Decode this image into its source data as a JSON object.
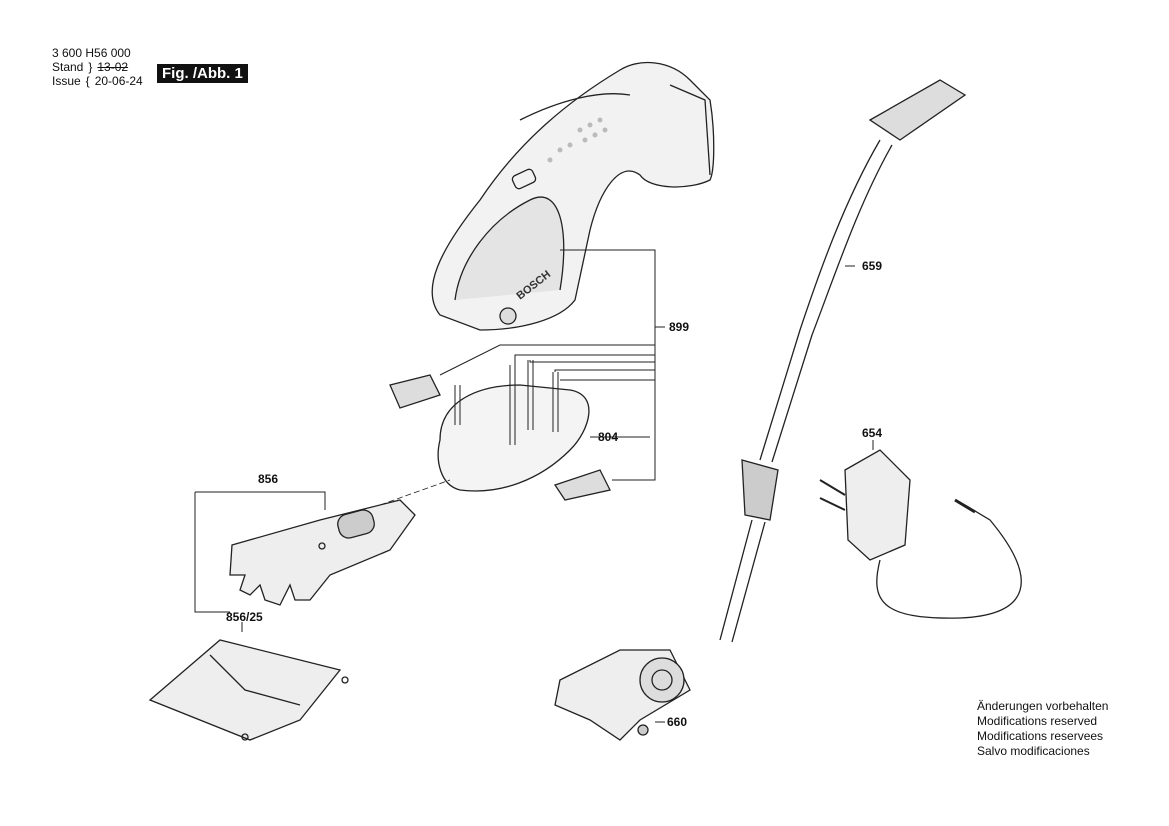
{
  "header": {
    "part_number": "3 600 H56 000",
    "stand_label": "Stand",
    "issue_label": "Issue",
    "old_date": "13-02",
    "issue_date": "20-06-24",
    "figure": "Fig. /Abb. 1"
  },
  "callouts": {
    "p899": "899",
    "p804": "804",
    "p856": "856",
    "p856_25": "856/25",
    "p659": "659",
    "p654": "654",
    "p660": "660"
  },
  "brand_logo": "BOSCH",
  "footer": [
    "Änderungen vorbehalten",
    "Modifications reserved",
    "Modifications reservees",
    "Salvo modificaciones"
  ]
}
